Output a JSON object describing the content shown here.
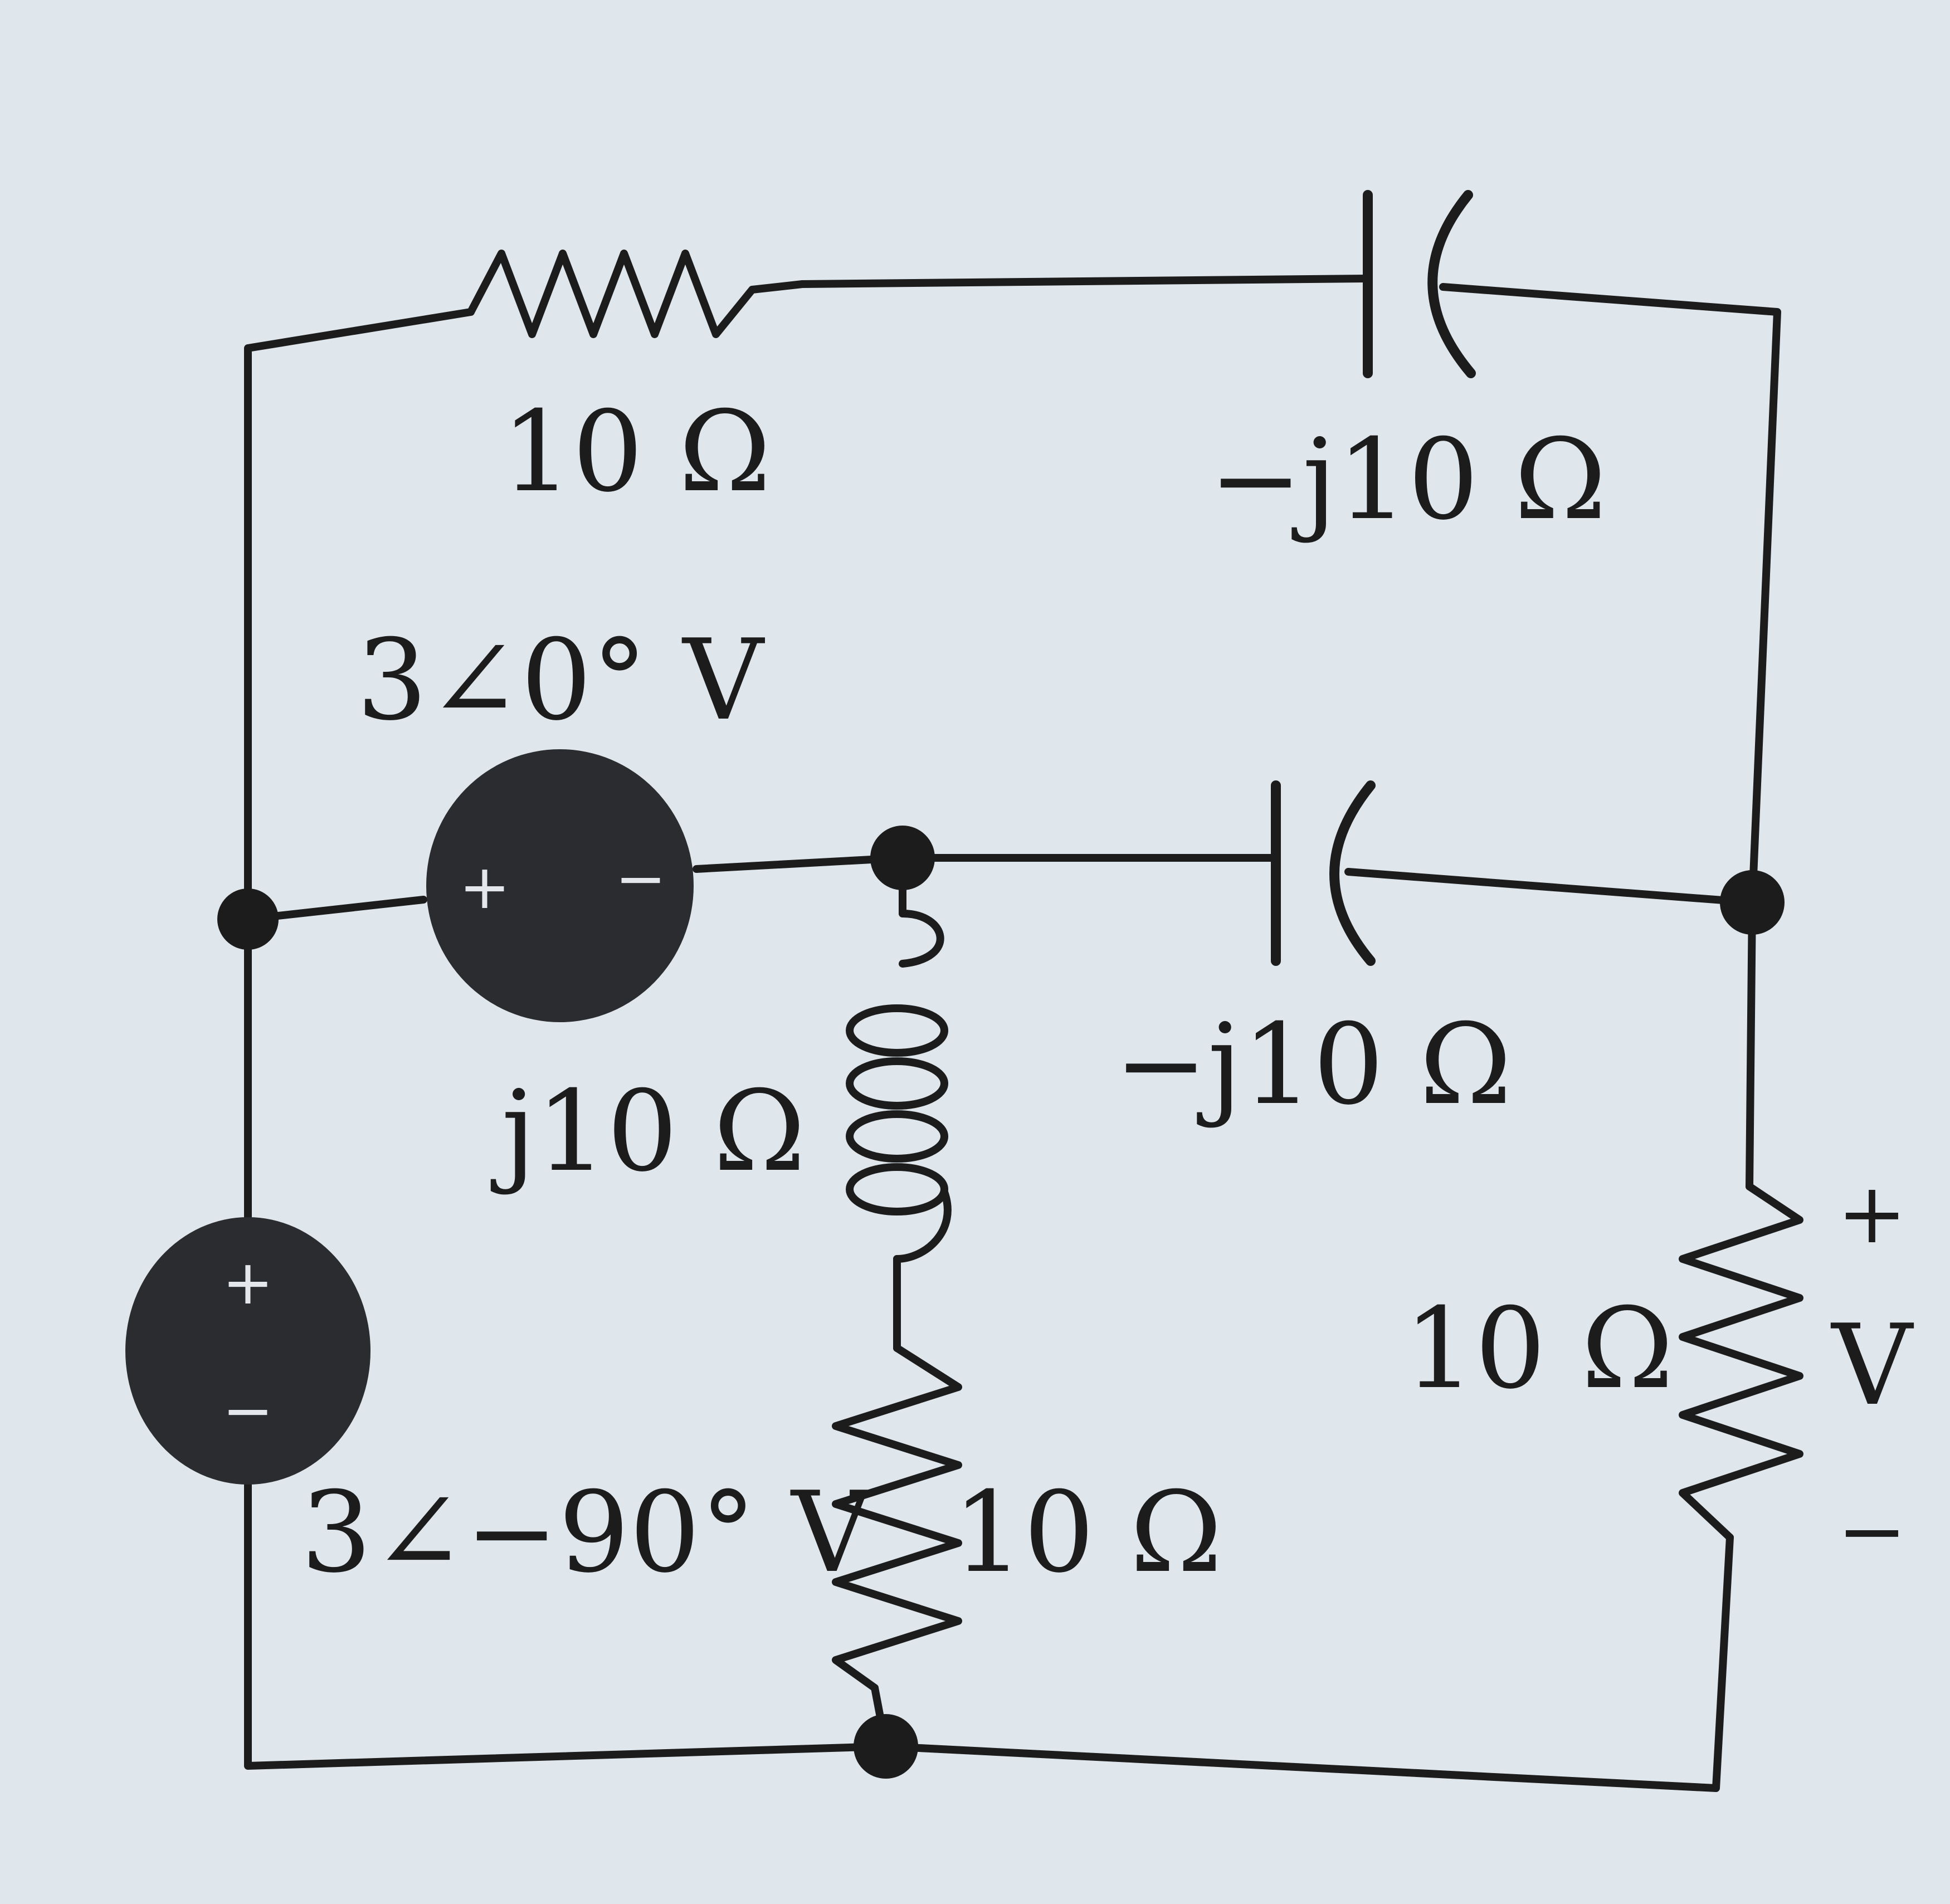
{
  "colors": {
    "background": "#dfe6ec",
    "ink": "#1c1c1c",
    "source_fill": "#2a2c2f",
    "source_sign": "#e4e8ec"
  },
  "components": {
    "top_resistor": {
      "label": "10 Ω"
    },
    "top_capacitor": {
      "label": "−j10 Ω"
    },
    "source_1": {
      "label": "3∠0° V",
      "plus": "+",
      "minus": "−"
    },
    "mid_capacitor": {
      "label": "−j10 Ω"
    },
    "inductor": {
      "label": "j10 Ω"
    },
    "source_2": {
      "label": "3∠−90° V",
      "plus": "+",
      "minus": "−"
    },
    "center_resistor": {
      "label": "10 Ω"
    },
    "right_resistor": {
      "label": "10 Ω"
    }
  },
  "output_voltage": {
    "label": "V",
    "plus": "+",
    "minus": "−"
  }
}
